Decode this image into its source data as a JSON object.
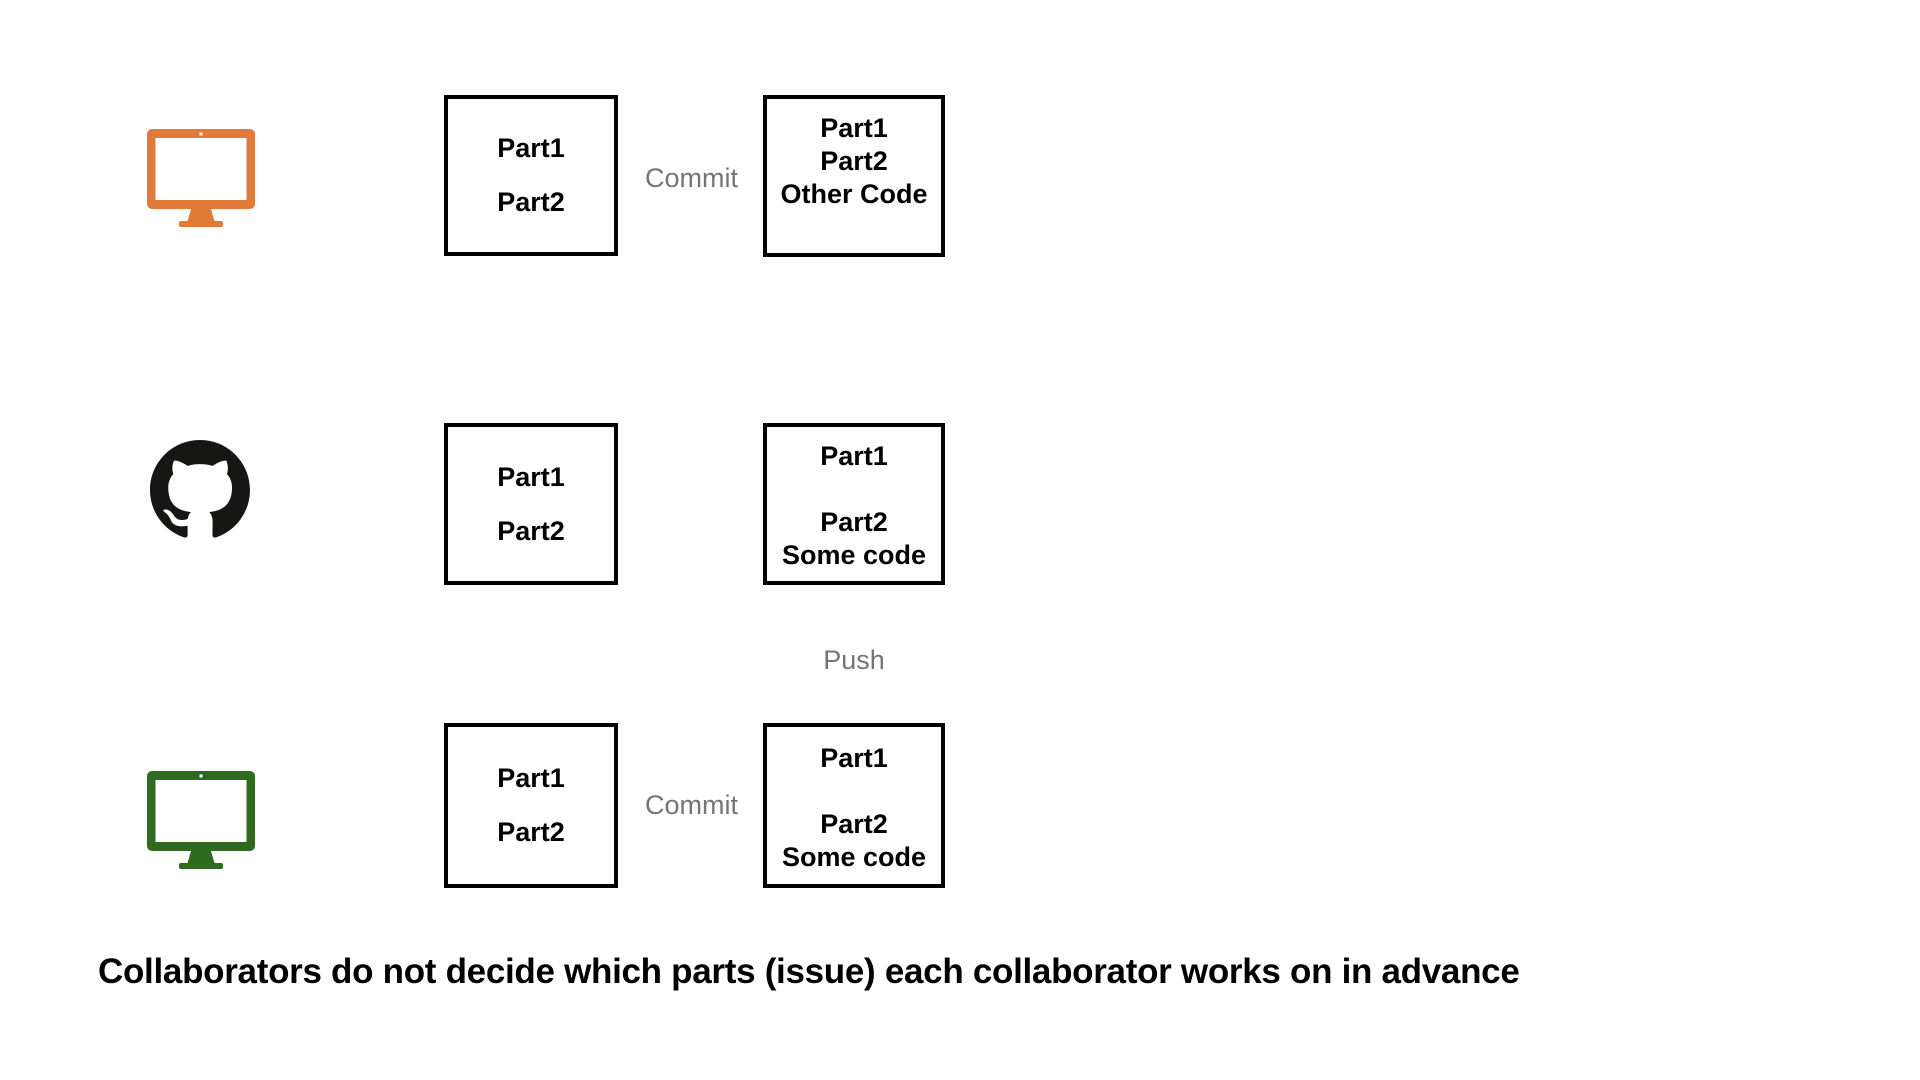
{
  "diagram": {
    "title": "Git collaboration workflow",
    "background_color": "#ffffff",
    "box_border_color": "#000000",
    "label_color": "#757575",
    "caption": "Collaborators do not decide which parts (issue) each collaborator works on in advance"
  },
  "rows": [
    {
      "id": "row-local-orange",
      "icon": {
        "name": "monitor-icon",
        "label": "Local machine (collaborator A)",
        "color": "#E07B39"
      },
      "working_box": {
        "name": "working-copy-box",
        "lines": [
          "Part1",
          "",
          "Part2"
        ]
      },
      "action": {
        "name": "commit-label",
        "label": "Commit"
      },
      "result_box": {
        "name": "committed-box",
        "lines": [
          "Part1",
          "Part2",
          "Other Code"
        ]
      }
    },
    {
      "id": "row-remote-github",
      "icon": {
        "name": "github-icon",
        "label": "GitHub remote repository",
        "color": "#161614"
      },
      "working_box": {
        "name": "remote-base-box",
        "lines": [
          "Part1",
          "",
          "Part2"
        ]
      },
      "action": {
        "name": "no-label",
        "label": ""
      },
      "result_box": {
        "name": "remote-updated-box",
        "lines": [
          "Part1",
          "",
          "Part2",
          "Some code"
        ]
      }
    },
    {
      "id": "row-local-green",
      "icon": {
        "name": "monitor-icon",
        "label": "Local machine (collaborator B)",
        "color": "#2E6B1E"
      },
      "working_box": {
        "name": "working-copy-box",
        "lines": [
          "Part1",
          "",
          "Part2"
        ]
      },
      "action": {
        "name": "commit-label",
        "label": "Commit"
      },
      "result_box": {
        "name": "committed-box",
        "lines": [
          "Part1",
          "",
          "Part2",
          "Some code"
        ]
      }
    }
  ],
  "connectors": [
    {
      "name": "push-label",
      "label": "Push"
    }
  ]
}
